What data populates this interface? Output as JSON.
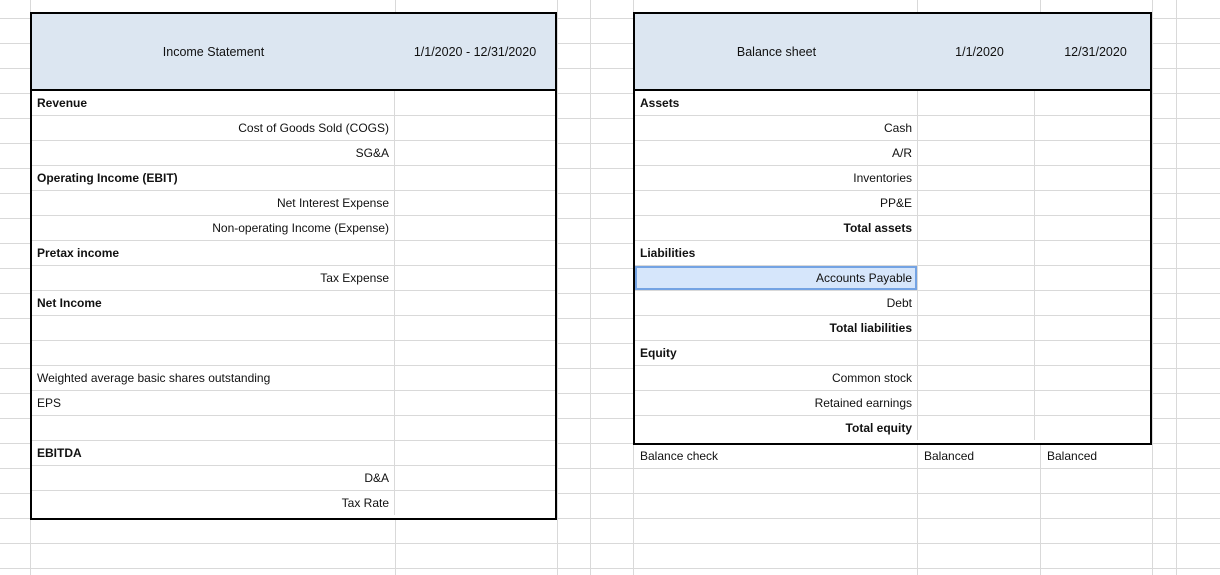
{
  "colors": {
    "gridline": "#d9d9d9",
    "table_border": "#000000",
    "header_fill": "#dce6f1",
    "selected_fill": "#d6e6fb",
    "selected_border": "#74a3e3"
  },
  "income_statement": {
    "title": "Income Statement",
    "period": "1/1/2020 - 12/31/2020",
    "rows": [
      {
        "label": "Revenue",
        "bold": true,
        "align": "left"
      },
      {
        "label": "Cost of Goods Sold (COGS)",
        "bold": false,
        "align": "right"
      },
      {
        "label": "SG&A",
        "bold": false,
        "align": "right"
      },
      {
        "label": "Operating Income (EBIT)",
        "bold": true,
        "align": "left"
      },
      {
        "label": "Net Interest Expense",
        "bold": false,
        "align": "right"
      },
      {
        "label": "Non-operating Income (Expense)",
        "bold": false,
        "align": "right"
      },
      {
        "label": "Pretax income",
        "bold": true,
        "align": "left"
      },
      {
        "label": "Tax Expense",
        "bold": false,
        "align": "right"
      },
      {
        "label": "Net Income",
        "bold": true,
        "align": "left"
      },
      {
        "label": "",
        "bold": false,
        "align": "left"
      },
      {
        "label": "",
        "bold": false,
        "align": "left"
      },
      {
        "label": "Weighted average basic shares outstanding",
        "bold": false,
        "align": "left"
      },
      {
        "label": "EPS",
        "bold": false,
        "align": "left"
      },
      {
        "label": "",
        "bold": false,
        "align": "left"
      },
      {
        "label": "EBITDA",
        "bold": true,
        "align": "left"
      },
      {
        "label": "D&A",
        "bold": false,
        "align": "right"
      },
      {
        "label": "Tax Rate",
        "bold": false,
        "align": "right"
      }
    ]
  },
  "balance_sheet": {
    "title": "Balance sheet",
    "columns": [
      "1/1/2020",
      "12/31/2020"
    ],
    "rows": [
      {
        "label": "Assets",
        "bold": true,
        "align": "left"
      },
      {
        "label": "Cash",
        "bold": false,
        "align": "right"
      },
      {
        "label": "A/R",
        "bold": false,
        "align": "right"
      },
      {
        "label": "Inventories",
        "bold": false,
        "align": "right"
      },
      {
        "label": "PP&E",
        "bold": false,
        "align": "right"
      },
      {
        "label": "Total assets",
        "bold": true,
        "align": "right"
      },
      {
        "label": "Liabilities",
        "bold": true,
        "align": "left"
      },
      {
        "label": "Accounts Payable",
        "bold": false,
        "align": "right",
        "selected": true
      },
      {
        "label": "Debt",
        "bold": false,
        "align": "right"
      },
      {
        "label": "Total liabilities",
        "bold": true,
        "align": "right"
      },
      {
        "label": "Equity",
        "bold": true,
        "align": "left"
      },
      {
        "label": "Common stock",
        "bold": false,
        "align": "right"
      },
      {
        "label": "Retained earnings",
        "bold": false,
        "align": "right"
      },
      {
        "label": "Total equity",
        "bold": true,
        "align": "right"
      }
    ]
  },
  "balance_check": {
    "label": "Balance check",
    "values": [
      "Balanced",
      "Balanced"
    ]
  }
}
